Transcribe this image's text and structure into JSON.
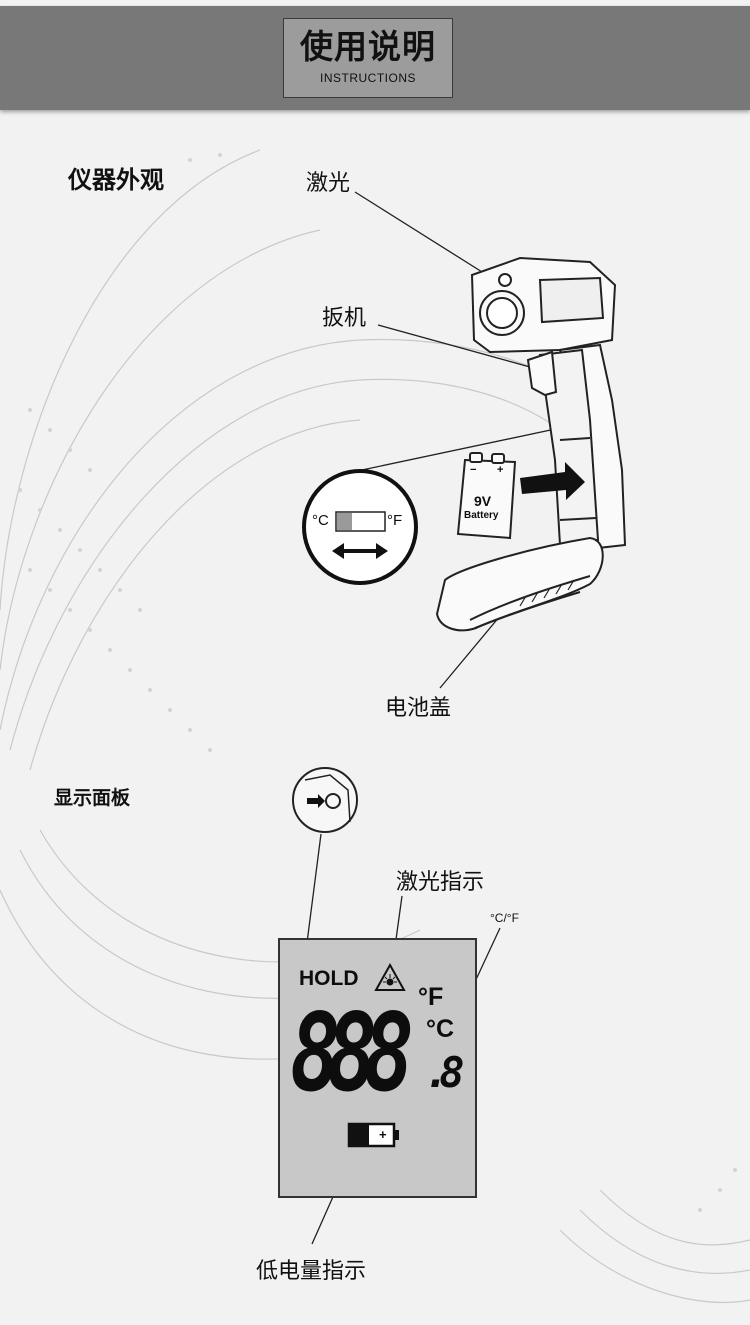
{
  "header": {
    "title": "使用说明",
    "subtitle": "INSTRUCTIONS"
  },
  "appearance": {
    "heading": "仪器外观",
    "labels": {
      "laser": "激光",
      "trigger": "扳机",
      "battery_cover": "电池盖"
    },
    "battery": {
      "voltage": "9V",
      "name": "Battery",
      "minus": "−",
      "plus": "+"
    },
    "switch": {
      "celsius": "°C",
      "fahrenheit": "°F"
    }
  },
  "display": {
    "heading": "显示面板",
    "labels": {
      "laser_indicator": "激光指示",
      "unit": "°C/°F",
      "low_battery": "低电量指示"
    },
    "lcd": {
      "hold": "HOLD",
      "digits": "888",
      "decimal": ".8",
      "unit_f": "°F",
      "unit_c": "°C",
      "battery_plus": "+"
    }
  },
  "colors": {
    "header_bar": "#787878",
    "title_box": "#9c9c9c",
    "lcd_screen": "#c8c8c8",
    "background": "#f2f2f2"
  }
}
